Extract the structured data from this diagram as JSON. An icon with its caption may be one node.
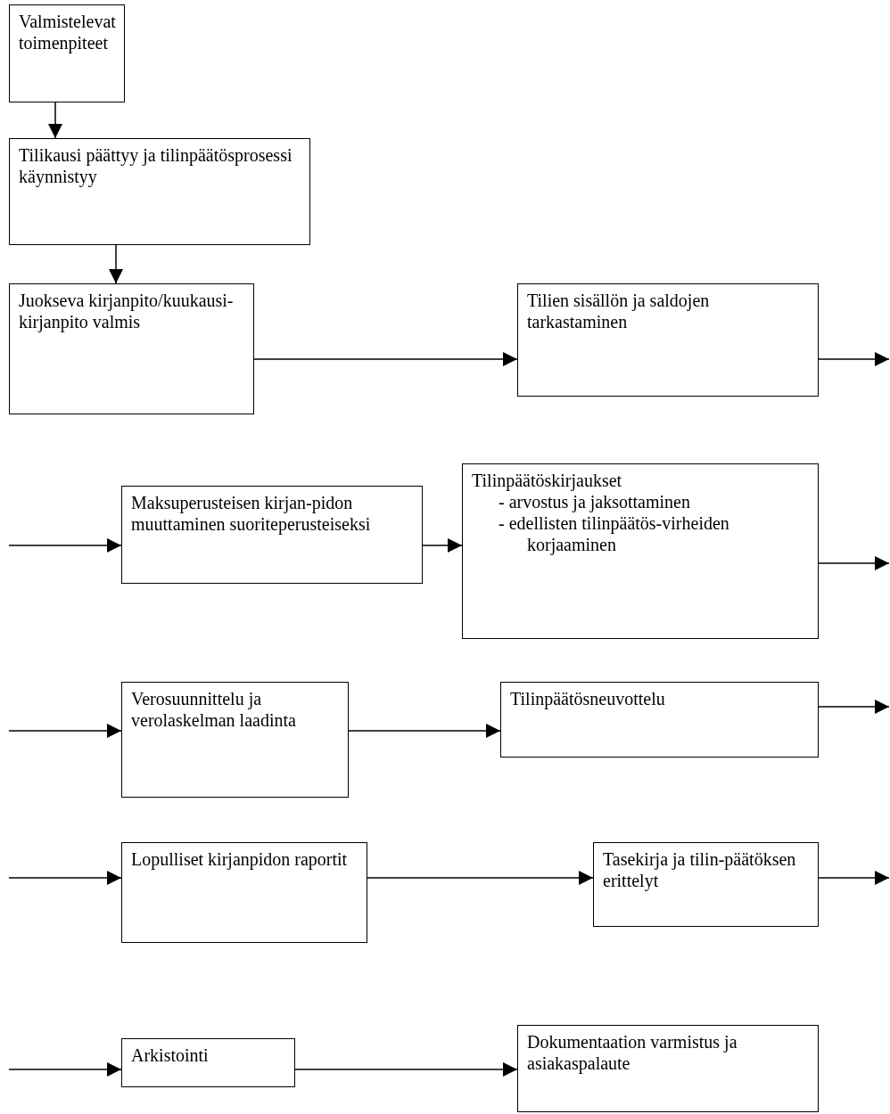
{
  "diagram": {
    "nodes": [
      {
        "text": [
          "Valmistelevat toimenpiteet"
        ]
      },
      {
        "text": [
          "Tilikausi päättyy ja tilinpäätösprosessi käynnistyy"
        ]
      },
      {
        "text": [
          "Juokseva kirjanpito/kuukausi-kirjanpito valmis"
        ]
      },
      {
        "text": [
          "Tilien sisällön ja saldojen tarkastaminen"
        ]
      },
      {
        "text": [
          "Maksuperusteisen kirjan-pidon muuttaminen suoriteperusteiseksi"
        ]
      },
      {
        "text": [
          "Tilinpäätöskirjaukset",
          "- arvostus ja jaksottaminen",
          "- edellisten tilinpäätös-virheiden korjaaminen"
        ]
      },
      {
        "text": [
          "Verosuunnittelu ja verolaskelman laadinta"
        ]
      },
      {
        "text": [
          "Tilinpäätösneuvottelu"
        ]
      },
      {
        "text": [
          "Lopulliset kirjanpidon raportit"
        ]
      },
      {
        "text": [
          "Tasekirja ja tilin-päätöksen erittelyt"
        ]
      },
      {
        "text": [
          "Arkistointi"
        ]
      },
      {
        "text": [
          "Dokumentaation varmistus ja asiakaspalaute"
        ]
      }
    ],
    "edges": [
      {
        "from": 0,
        "to": 1,
        "arrow": "to"
      },
      {
        "from": 1,
        "to": 2,
        "arrow": "to"
      },
      {
        "from": 2,
        "to": 3,
        "arrow": "to"
      },
      {
        "from": 3,
        "to": null,
        "arrow": "to"
      },
      {
        "from": null,
        "to": 4,
        "arrow": "to"
      },
      {
        "from": 4,
        "to": 5,
        "arrow": "to"
      },
      {
        "from": 5,
        "to": null,
        "arrow": "to"
      },
      {
        "from": null,
        "to": 6,
        "arrow": "to"
      },
      {
        "from": 6,
        "to": 7,
        "arrow": "to"
      },
      {
        "from": 7,
        "to": null,
        "arrow": "to"
      },
      {
        "from": null,
        "to": 8,
        "arrow": "to"
      },
      {
        "from": 8,
        "to": 9,
        "arrow": "to"
      },
      {
        "from": 9,
        "to": null,
        "arrow": "to"
      },
      {
        "from": null,
        "to": 10,
        "arrow": "to"
      },
      {
        "from": 10,
        "to": 11,
        "arrow": "to"
      }
    ]
  }
}
